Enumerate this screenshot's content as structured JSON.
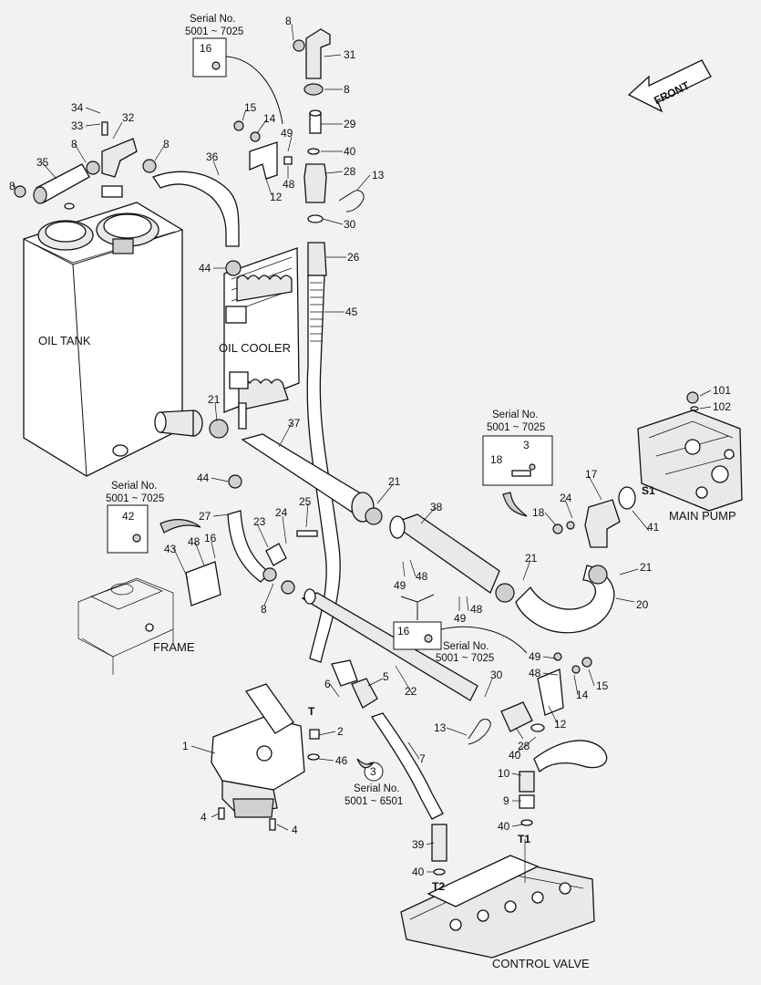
{
  "components": {
    "oil_tank": "OIL TANK",
    "oil_cooler": "OIL COOLER",
    "frame": "FRAME",
    "main_pump": "MAIN PUMP",
    "control_valve": "CONTROL VALVE",
    "front": "FRONT"
  },
  "ports": {
    "t": "T",
    "s1": "S1",
    "t1": "T1",
    "t2": "T2"
  },
  "serial_notes": {
    "top": {
      "title": "Serial No.",
      "range": "5001 ~ 7025",
      "part": "16"
    },
    "left": {
      "title": "Serial No.",
      "range": "5001 ~ 7025",
      "part": "42"
    },
    "right": {
      "title": "Serial No.",
      "range": "5001 ~ 7025",
      "part_a": "18",
      "part_b": "3"
    },
    "middle": {
      "title": "Serial No.",
      "range": "5001 ~ 7025",
      "part": "16"
    },
    "bottom": {
      "title": "Serial No.",
      "range": "5001 ~ 6501",
      "part": "3"
    }
  },
  "callouts": [
    "8",
    "31",
    "8",
    "29",
    "40",
    "28",
    "13",
    "30",
    "26",
    "45",
    "34",
    "33",
    "32",
    "8",
    "8",
    "35",
    "8",
    "36",
    "15",
    "14",
    "49",
    "12",
    "48",
    "44",
    "21",
    "37",
    "44",
    "27",
    "24",
    "25",
    "23",
    "16",
    "43",
    "48",
    "8",
    "21",
    "38",
    "49",
    "48",
    "49",
    "48",
    "21",
    "20",
    "21",
    "101",
    "102",
    "17",
    "S1",
    "41",
    "24",
    "18",
    "49",
    "48",
    "15",
    "14",
    "12",
    "13",
    "28",
    "40",
    "30",
    "10",
    "9",
    "40",
    "6",
    "5",
    "2",
    "46",
    "1",
    "4",
    "4",
    "22",
    "7",
    "39",
    "40"
  ]
}
